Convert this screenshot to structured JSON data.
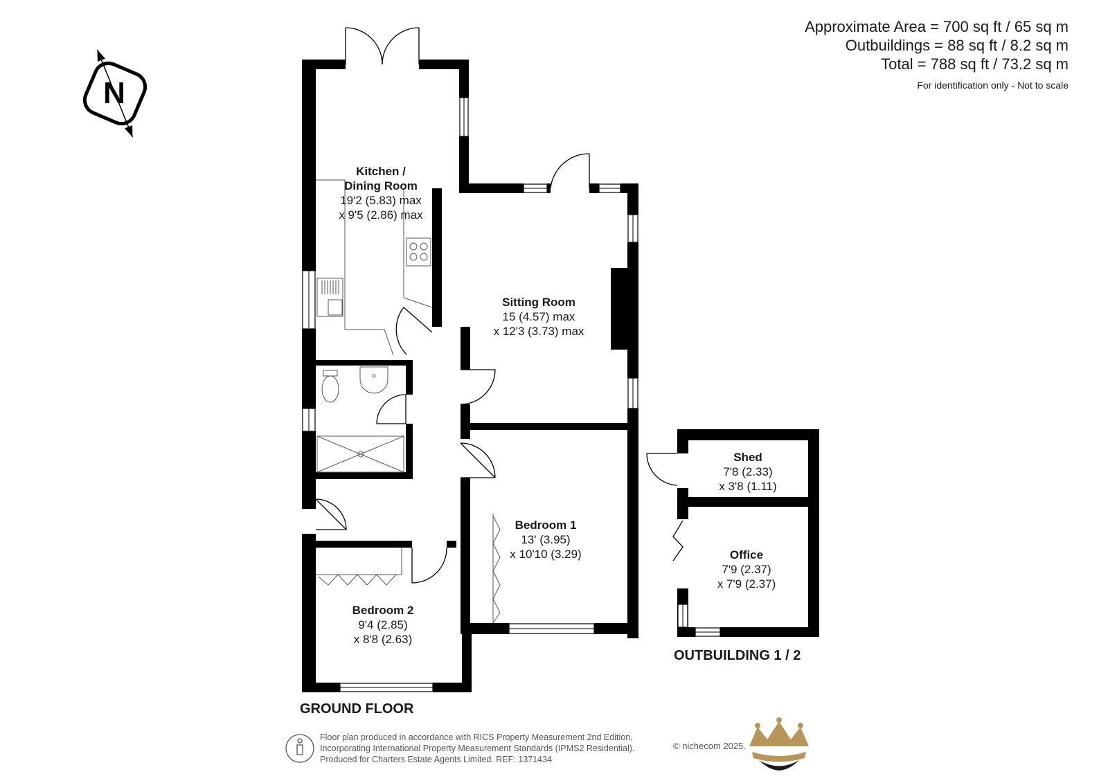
{
  "summary": {
    "approx_area": "Approximate Area = 700 sq ft / 65 sq m",
    "outbuildings": "Outbuildings = 88 sq ft / 8.2 sq m",
    "total": "Total = 788 sq ft / 73.2 sq m",
    "note": "For identification only - Not to scale"
  },
  "compass": {
    "letter": "N",
    "icon": "north-compass-icon"
  },
  "rooms": {
    "kitchen": {
      "name_line1": "Kitchen /",
      "name_line2": "Dining Room",
      "dim1": "19'2 (5.83) max",
      "dim2": "x 9'5 (2.86) max"
    },
    "sitting": {
      "name": "Sitting Room",
      "dim1": "15 (4.57) max",
      "dim2": "x 12'3 (3.73) max"
    },
    "bedroom1": {
      "name": "Bedroom 1",
      "dim1": "13' (3.95)",
      "dim2": "x 10'10 (3.29)"
    },
    "bedroom2": {
      "name": "Bedroom 2",
      "dim1": "9'4 (2.85)",
      "dim2": "x 8'8 (2.63)"
    },
    "shed": {
      "name": "Shed",
      "dim1": "7'8 (2.33)",
      "dim2": "x 3'8 (1.11)"
    },
    "office": {
      "name": "Office",
      "dim1": "7'9 (2.37)",
      "dim2": "x 7'9 (2.37)"
    }
  },
  "floor_labels": {
    "ground": "GROUND FLOOR",
    "outbuilding": "OUTBUILDING 1 / 2"
  },
  "footer": {
    "line1": "Floor plan produced in accordance with RICS Property Measurement 2nd Edition,",
    "line2": "Incorporating International Property Measurement Standards (IPMS2 Residential).",
    "line3": "Produced for Charters Estate Agents Limited.   REF: 1371434",
    "credit": "© nichecom 2025."
  },
  "colors": {
    "wall": "#000000",
    "text": "#1a1a1a",
    "fixture": "#555555",
    "crown_gold": "#b8955a",
    "crown_dark": "#1a1a1a"
  }
}
